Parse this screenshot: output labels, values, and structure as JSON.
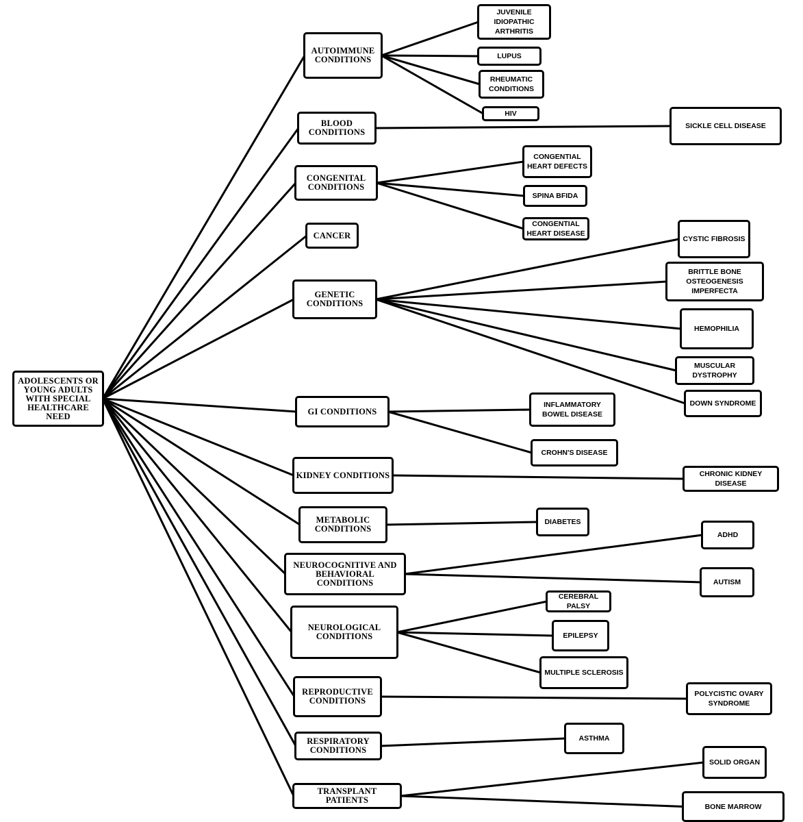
{
  "diagram": {
    "root": {
      "id": "root",
      "label": "ADOLESCENTS OR\nYOUNG ADULTS\nWITH SPECIAL\nHEALTHCARE\nNEED"
    },
    "categories": [
      {
        "id": "autoimmune",
        "label": "AUTOIMMUNE\nCONDITIONS",
        "children": [
          {
            "id": "jia",
            "label": "JUVENILE\nIDIOPATHIC\nARTHRITIS"
          },
          {
            "id": "lupus",
            "label": "LUPUS"
          },
          {
            "id": "rheumatic",
            "label": "RHEUMATIC\nCONDITIONS"
          },
          {
            "id": "hiv",
            "label": "HIV"
          }
        ]
      },
      {
        "id": "blood",
        "label": "BLOOD\nCONDITIONS",
        "children": [
          {
            "id": "sickle",
            "label": "SICKLE CELL DISEASE"
          }
        ]
      },
      {
        "id": "congenital",
        "label": "CONGENITAL\nCONDITIONS",
        "children": [
          {
            "id": "chd1",
            "label": "CONGENTIAL\nHEART DEFECTS"
          },
          {
            "id": "spina",
            "label": "SPINA BFIDA"
          },
          {
            "id": "chd2",
            "label": "CONGENTIAL\nHEART DISEASE"
          }
        ]
      },
      {
        "id": "cancer",
        "label": "CANCER",
        "children": []
      },
      {
        "id": "genetic",
        "label": "GENETIC\nCONDITIONS",
        "children": [
          {
            "id": "cf",
            "label": "CYSTIC FIBROSIS"
          },
          {
            "id": "oi",
            "label": "BRITTLE BONE\nOSTEOGENESIS\nIMPERFECTA"
          },
          {
            "id": "hemo",
            "label": "HEMOPHILIA"
          },
          {
            "id": "md",
            "label": "MUSCULAR\nDYSTROPHY"
          },
          {
            "id": "down",
            "label": "DOWN SYNDROME"
          }
        ]
      },
      {
        "id": "gi",
        "label": "GI CONDITIONS",
        "children": [
          {
            "id": "ibd",
            "label": "INFLAMMATORY\nBOWEL DISEASE"
          },
          {
            "id": "crohn",
            "label": "CROHN'S DISEASE"
          }
        ]
      },
      {
        "id": "kidney",
        "label": "KIDNEY CONDITIONS",
        "children": [
          {
            "id": "ckd",
            "label": "CHRONIC KIDNEY\nDISEASE"
          }
        ]
      },
      {
        "id": "metabolic",
        "label": "METABOLIC\nCONDITIONS",
        "children": [
          {
            "id": "diabetes",
            "label": "DIABETES"
          }
        ]
      },
      {
        "id": "neurocog",
        "label": "NEUROCOGNITIVE AND\nBEHAVIORAL\nCONDITIONS",
        "children": [
          {
            "id": "adhd",
            "label": "ADHD"
          },
          {
            "id": "autism",
            "label": "AUTISM"
          }
        ]
      },
      {
        "id": "neuro",
        "label": "NEUROLOGICAL\nCONDITIONS",
        "children": [
          {
            "id": "cp",
            "label": "CEREBRAL PALSY"
          },
          {
            "id": "epilepsy",
            "label": "EPILEPSY"
          },
          {
            "id": "ms",
            "label": "MULTIPLE SCLEROSIS"
          }
        ]
      },
      {
        "id": "repro",
        "label": "REPRODUCTIVE\nCONDITIONS",
        "children": [
          {
            "id": "pcos",
            "label": "POLYCISTIC OVARY\nSYNDROME"
          }
        ]
      },
      {
        "id": "resp",
        "label": "RESPIRATORY\nCONDITIONS",
        "children": [
          {
            "id": "asthma",
            "label": "ASTHMA"
          }
        ]
      },
      {
        "id": "transplant",
        "label": "TRANSPLANT\nPATIENTS",
        "children": [
          {
            "id": "solid",
            "label": "SOLID ORGAN"
          },
          {
            "id": "marrow",
            "label": "BONE MARROW"
          }
        ]
      }
    ]
  },
  "colors": {
    "line": "#000000",
    "box_border": "#000000",
    "box_fill": "#ffffff",
    "text": "#000000"
  }
}
